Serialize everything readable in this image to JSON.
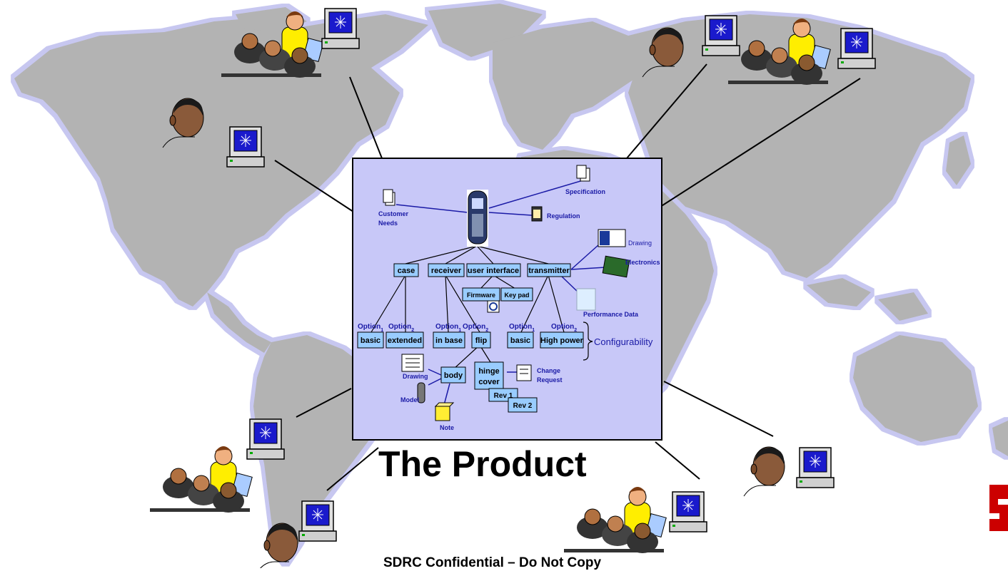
{
  "title": "The Product",
  "footer": "SDRC Confidential – Do Not Copy",
  "tree": {
    "boxes": {
      "case": "case",
      "receiver": "receiver",
      "user_interface": "user interface",
      "transmitter": "transmitter",
      "firmware": "Firmware",
      "keypad": "Key pad",
      "basic1": "basic",
      "extended": "extended",
      "in_base": "in base",
      "flip": "flip",
      "basic2": "basic",
      "high_power": "High power",
      "body": "body",
      "hinge_cover_1": "hinge",
      "hinge_cover_2": "cover",
      "rev1": "Rev 1",
      "rev2": "Rev 2"
    },
    "options": {
      "opt1": "Option",
      "opt2": "Option",
      "sub1": "1",
      "sub2": "2"
    },
    "labels": {
      "customer_needs_1": "Customer",
      "customer_needs_2": "Needs",
      "specification": "Specification",
      "regulation": "Regulation",
      "drawing_top": "Drawing",
      "electronics": "Electronics",
      "performance_data": "Performance Data",
      "configurability": "Configurability",
      "drawing_bottom": "Drawing",
      "model": "Model",
      "note": "Note",
      "change_request_1": "Change",
      "change_request_2": "Request"
    }
  },
  "colors": {
    "panel_fill": "#c8c8f8",
    "box_fill": "#99ccff",
    "continent_fill": "#b3b3b3",
    "continent_glow": "#c7c7f0",
    "link_color": "#1a1aa6",
    "monitor_screen": "#1a1acc"
  },
  "icons": {
    "workstation": "computer-monitor-icon",
    "person": "person-head-icon",
    "team": "team-meeting-icon",
    "phone": "mobile-phone-icon",
    "document": "document-icon"
  }
}
